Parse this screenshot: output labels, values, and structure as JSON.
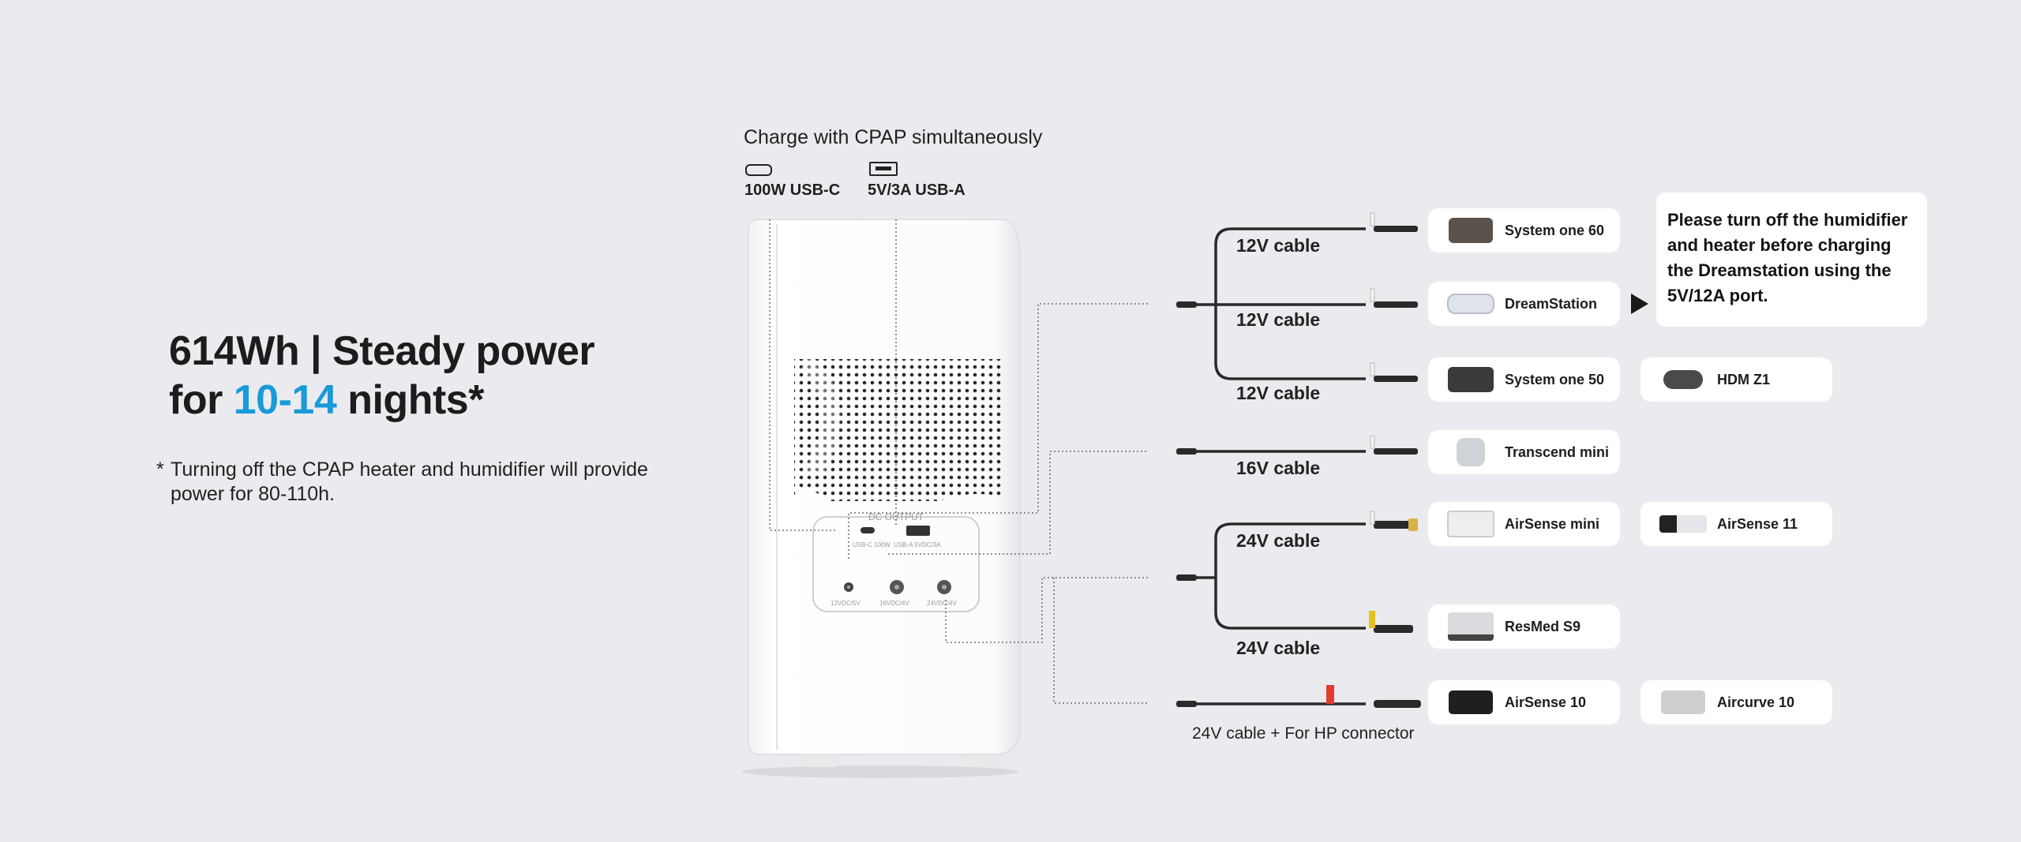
{
  "headline": {
    "line1": "614Wh | Steady power",
    "line2_pre": "for ",
    "line2_accent": "10-14",
    "line2_post": " nights*",
    "accent_color": "#1a9ad9"
  },
  "footnote": {
    "star": "*",
    "text": "Turning off the CPAP heater and humidifier will provide power for 80-110h."
  },
  "charge_section": {
    "title": "Charge with CPAP simultaneously",
    "usb_c_label": "100W USB-C",
    "usb_a_label": "5V/3A USB-A"
  },
  "device_panel": {
    "dc_output": "DC OUTPUT",
    "usbc_port": "USB-C 100W",
    "usba_port": "USB-A 5VDC/3A",
    "port_12v": "12VDC/5V",
    "port_16v": "16VDC/4V",
    "port_24v": "24VDC/4V"
  },
  "cables": [
    "12V cable",
    "12V cable",
    "12V cable",
    "16V cable",
    "24V cable",
    "24V cable",
    "24V cable + For HP connector"
  ],
  "devices": {
    "system_one_60": "System one 60",
    "dreamstation": "DreamStation",
    "system_one_50": "System one 50",
    "hdm_z1": "HDM Z1",
    "transcend_mini": "Transcend mini",
    "airsense_mini": "AirSense mini",
    "airsense_11": "AirSense 11",
    "resmed_s9": "ResMed S9",
    "airsense_10": "AirSense 10",
    "aircurve_10": "Aircurve 10"
  },
  "note": "Please turn off the humidifier and heater before charging the Dreamstation using the 5V/12A port."
}
